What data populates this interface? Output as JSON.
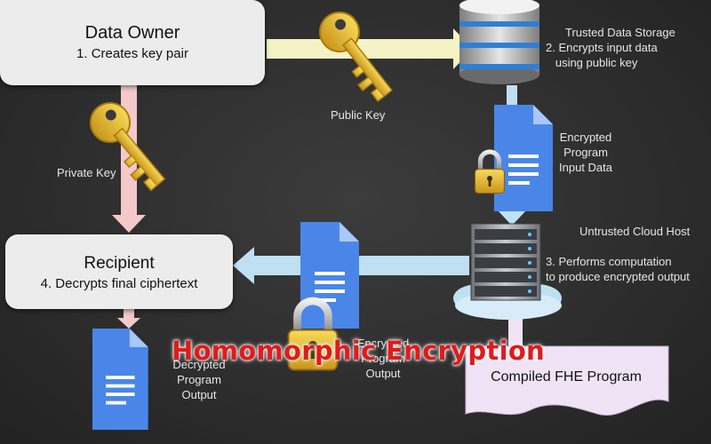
{
  "data_owner": {
    "title": "Data Owner",
    "subtitle": "1. Creates key pair"
  },
  "recipient": {
    "title": "Recipient",
    "subtitle": "4. Decrypts final ciphertext"
  },
  "storage": {
    "title": "Trusted Data Storage",
    "step": "2. Encrypts input data\n   using public key"
  },
  "cloud": {
    "title": "Untrusted Cloud Host",
    "step": "3. Performs computation\nto produce encrypted output"
  },
  "public_key_label": "Public Key",
  "private_key_label": "Private Key",
  "encrypted_input_label": "Encrypted\nProgram\nInput Data",
  "encrypted_output_label": "Encrypted\nProgram\nOutput",
  "decrypted_output_label": "Decrypted\nProgram\nOutput",
  "fhe_program_label": "Compiled FHE Program",
  "overlay_title": "Homomorphic Encryption",
  "colors": {
    "arrow_yellow": "#f5f3c6",
    "arrow_pink": "#f4c9c9",
    "arrow_blue": "#bfe0f3",
    "doc_blue": "#4a86e8",
    "key_gold": "#e8c42a",
    "fhe_purple": "#f1e3f6"
  }
}
